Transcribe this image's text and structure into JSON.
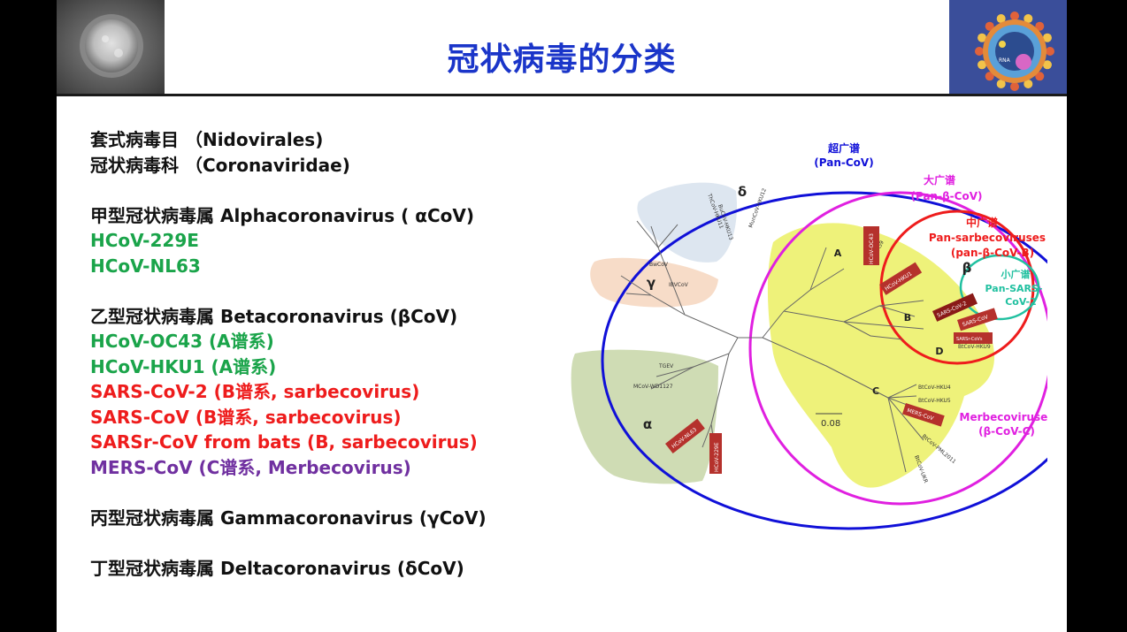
{
  "slide": {
    "title": "冠状病毒的分类",
    "lines": [
      {
        "text": "套式病毒目 （Nidovirales)",
        "color": "black"
      },
      {
        "text": "冠状病毒科 （Coronaviridae)",
        "color": "black"
      },
      {
        "text": "",
        "color": "gap"
      },
      {
        "text": "甲型冠状病毒属 Alphacoronavirus ( αCoV)",
        "color": "black"
      },
      {
        "text": "HCoV-229E",
        "color": "green"
      },
      {
        "text": "HCoV-NL63",
        "color": "green"
      },
      {
        "text": "",
        "color": "gap"
      },
      {
        "text": "乙型冠状病毒属 Betacoronavirus (βCoV)",
        "color": "black"
      },
      {
        "text": "HCoV-OC43 (A谱系)",
        "color": "green"
      },
      {
        "text": "HCoV-HKU1 (A谱系)",
        "color": "green"
      },
      {
        "text": "SARS-CoV-2 (B谱系, sarbecovirus)",
        "color": "red"
      },
      {
        "text": "SARS-CoV (B谱系, sarbecovirus)",
        "color": "red"
      },
      {
        "text": "SARSr-CoV from bats (B, sarbecovirus)",
        "color": "red"
      },
      {
        "text": "MERS-CoV (C谱系, Merbecovirus)",
        "color": "purple"
      },
      {
        "text": "",
        "color": "gap"
      },
      {
        "text": "丙型冠状病毒属 Gammacoronavirus (γCoV)",
        "color": "black"
      },
      {
        "text": "",
        "color": "gap"
      },
      {
        "text": "丁型冠状病毒属 Deltacoronavirus (δCoV)",
        "color": "black"
      }
    ]
  },
  "diagram": {
    "colors": {
      "title_blue": "#1a35c9",
      "pan_cov_blue": "#1010d8",
      "pan_beta_magenta": "#e020e0",
      "pan_sarbeco_red": "#ee1c1c",
      "small_teal": "#20c0a0",
      "beta_yellow": "#eef27a",
      "delta_blue": "#dde6f0",
      "gamma_orange": "#f7dcc8",
      "alpha_green": "#cfdcb4",
      "box_red": "#b5312c"
    },
    "spectrum_labels": {
      "pan_cov_cn": "超广谱",
      "pan_cov_en": "(Pan-CoV)",
      "pan_beta_cn": "大广谱",
      "pan_beta_en": "(Pan-β-CoV)",
      "pan_sarbeco_cn": "中广谱",
      "pan_sarbeco_en1": "Pan-sarbecoviruses",
      "pan_sarbeco_en2": "(pan-β-CoV-B)",
      "small_cn": "小广谱",
      "small_en1": "Pan-SARS-",
      "small_en2": "CoV-2",
      "merbeco_en1": "Merbecoviruses",
      "merbeco_en2": "(β-CoV-C)"
    },
    "genus_labels": {
      "delta": "δ",
      "gamma": "γ",
      "alpha": "α",
      "beta": "β"
    },
    "lineage_labels": {
      "A": "A",
      "B": "B",
      "C": "C",
      "D": "D"
    },
    "scale_bar": "0.08",
    "taxa": {
      "HKU11": "ThCoV-HKU11",
      "HKU13": "BuCoV-HKU13",
      "HKU12": "MunCoV-HKU12",
      "BwCoV": "BwCoV",
      "IBV": "IBVCoV",
      "TGEV": "TGEV",
      "WD1127": "MCoV-WD1127",
      "MHV": "MHVA59",
      "HKU9": "BtCoV-HKU9",
      "HKU4": "BtCoV-HKU4",
      "HKU5": "BtCoV-HKU5",
      "PML": "BtCoV-PML2011",
      "UKR": "BtCoV-UKR"
    },
    "boxed_taxa": {
      "OC43": "HCoV-OC43",
      "HKU1": "HCoV-HKU1",
      "SARS2": "SARS-CoV-2",
      "SARS": "SARS-CoV",
      "SARSr": "SARSr-CoVs",
      "MERS": "MERS-CoV",
      "NL63": "HCoV-NL63",
      "E229": "HCoV-229E"
    }
  }
}
